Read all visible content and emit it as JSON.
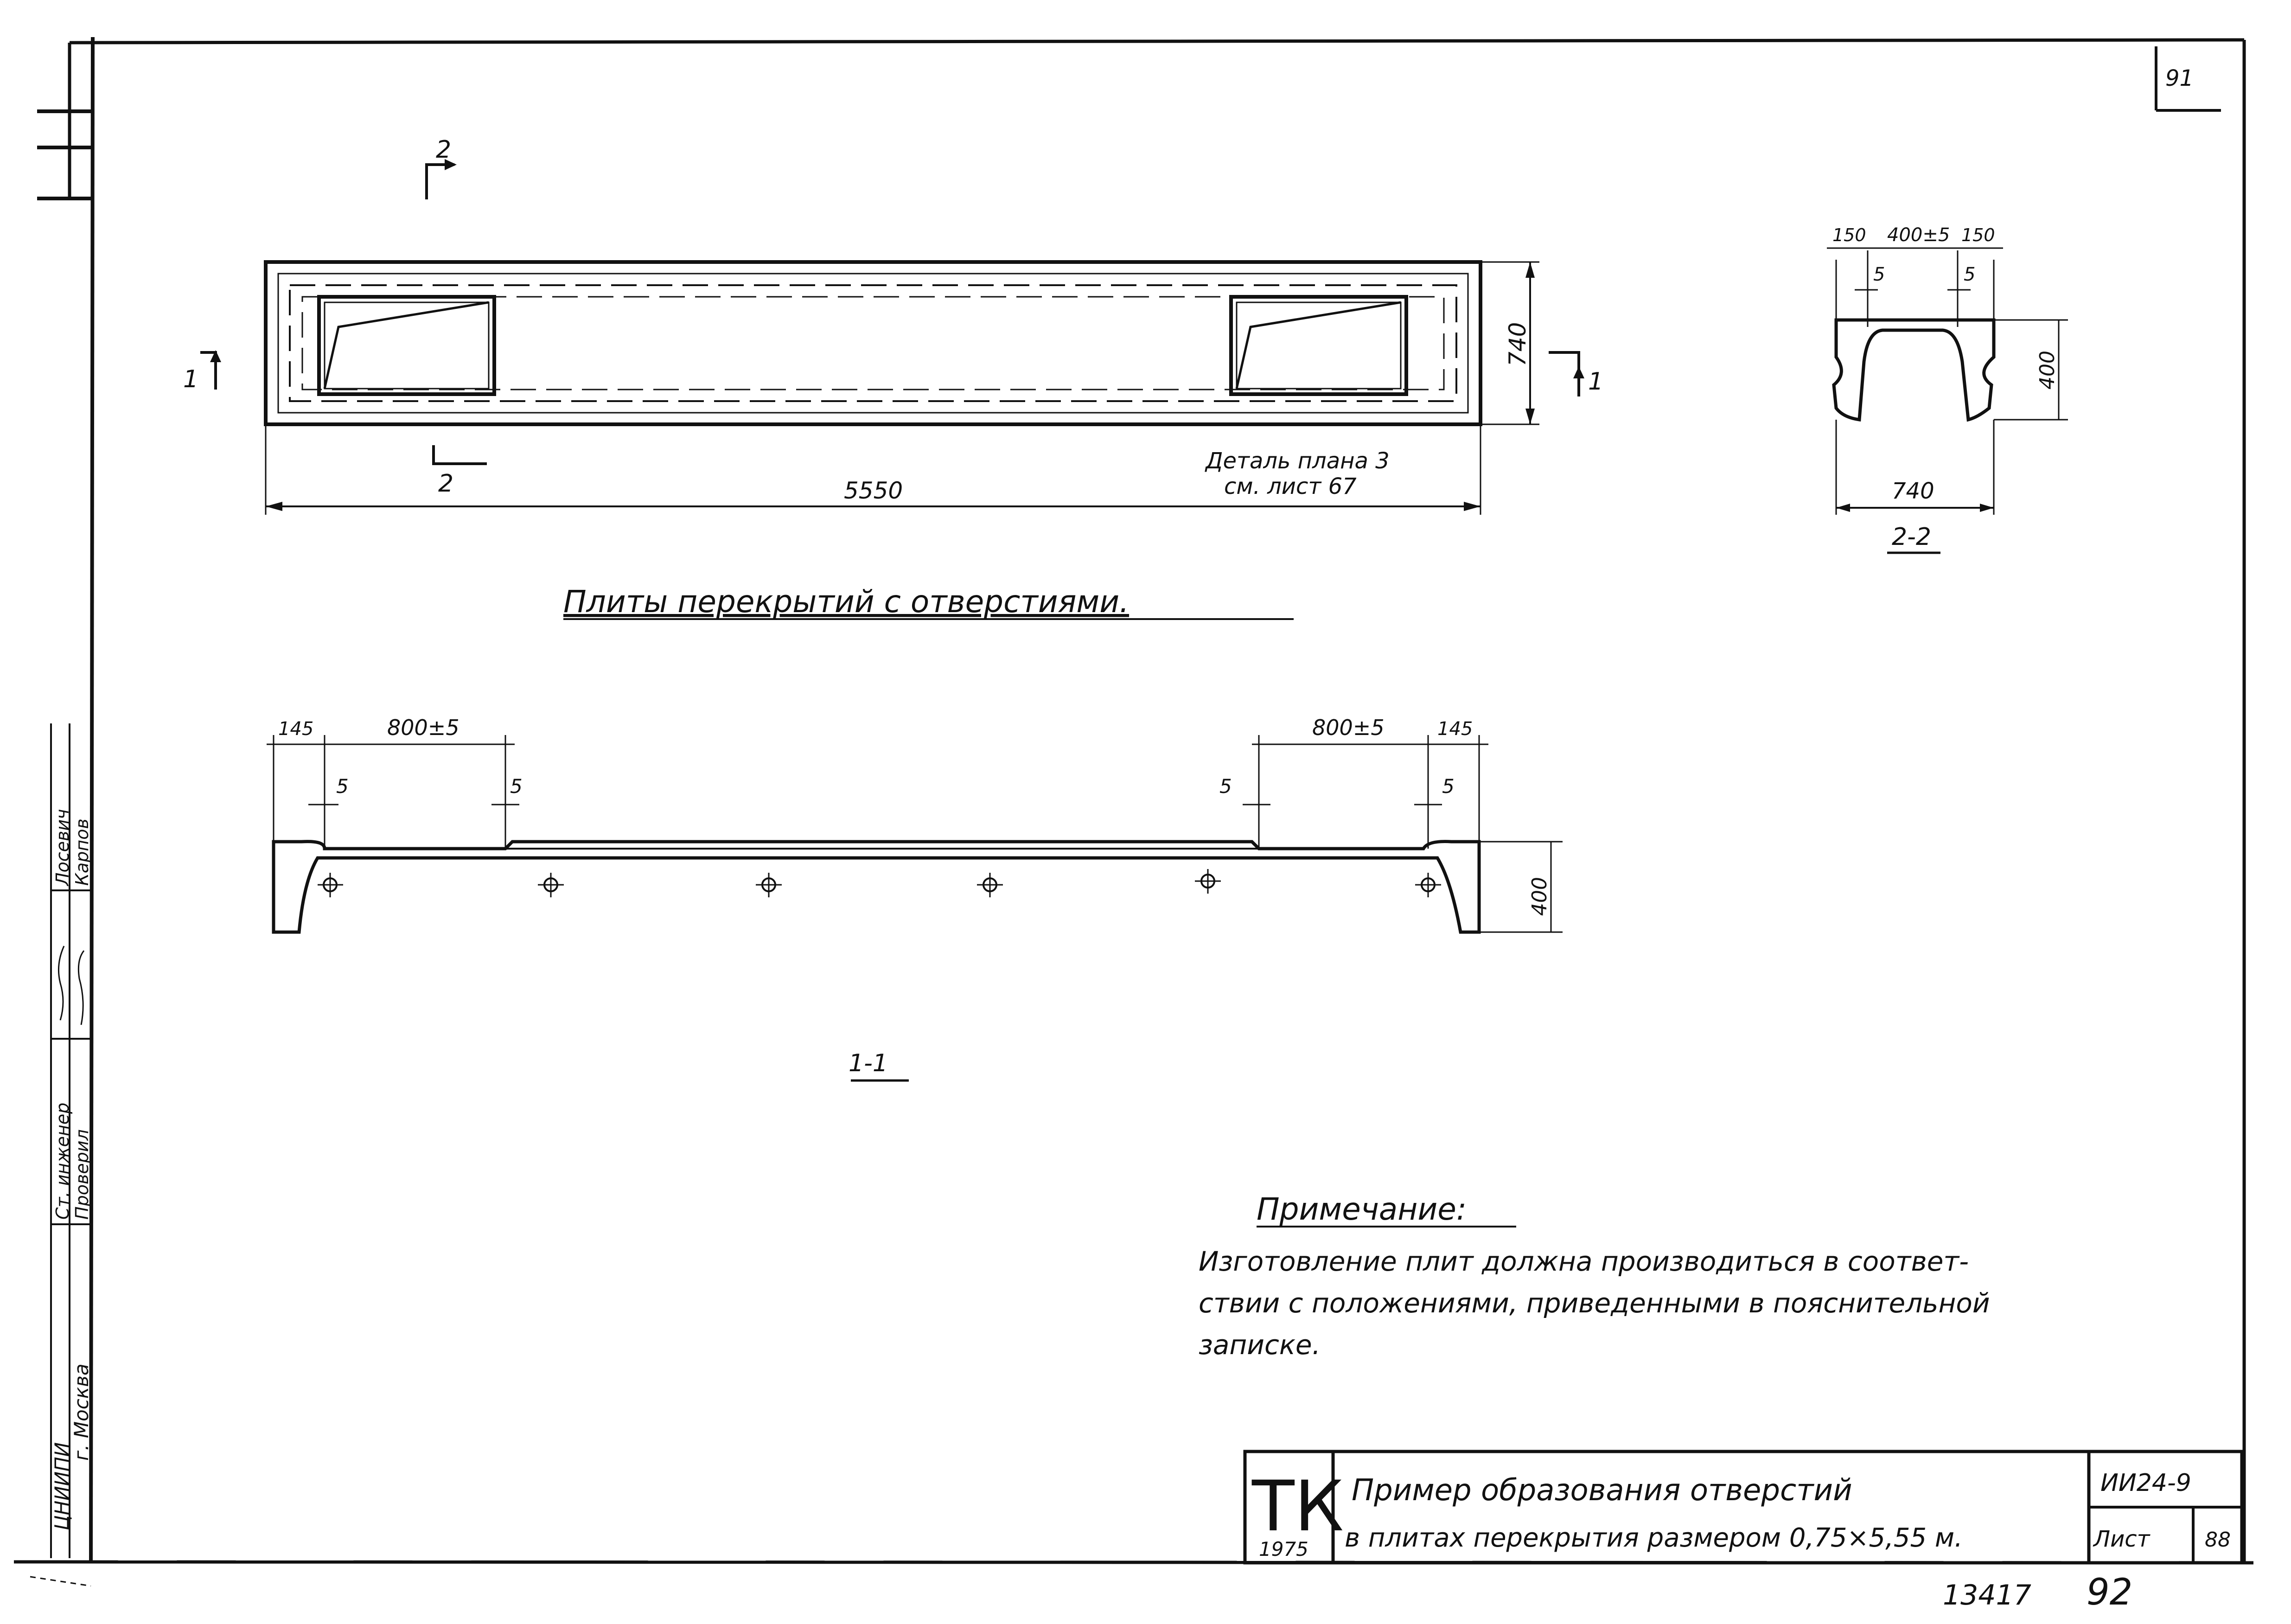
{
  "sheet": {
    "page_number": "91",
    "bottom_numbers": [
      "13417",
      "92"
    ]
  },
  "plan": {
    "section_mark_1": "1",
    "section_mark_2": "2",
    "length_dim": "5550",
    "width_dim": "740",
    "detail_note_line1": "Деталь плана 3",
    "detail_note_line2": "см. лист 67",
    "caption": "Плиты перекрытий с отверстиями."
  },
  "section_22": {
    "dim_150_left": "150",
    "dim_center": "400±5",
    "dim_150_right": "150",
    "dim_5_left": "5",
    "dim_5_right": "5",
    "height_dim": "400",
    "width_dim": "740",
    "label": "2-2"
  },
  "section_11": {
    "dim_145_left": "145",
    "dim_800_left": "800±5",
    "dim_800_right": "800±5",
    "dim_145_right": "145",
    "dim_5": "5",
    "height_dim": "400",
    "label": "1-1"
  },
  "note": {
    "title": "Примечание:",
    "line1": "Изготовление плит должна производиться в соответ-",
    "line2": "ствии с положениями, приведенными в пояснительной",
    "line3": "записке."
  },
  "left_stamp": {
    "org1": "ЦНИИПИ",
    "org2": "г. Москва",
    "role1": "Ст. инженер",
    "role2": "Проверил",
    "name1": "Лосевич",
    "name2": "Карпов"
  },
  "title_block": {
    "logo": "ТК",
    "year": "1975",
    "title_line1": "Пример образования отверстий",
    "title_line2": "в плитах перекрытия размером 0,75×5,55 м.",
    "code": "ИИ24-9",
    "sheet_label": "Лист",
    "sheet_number": "88"
  }
}
